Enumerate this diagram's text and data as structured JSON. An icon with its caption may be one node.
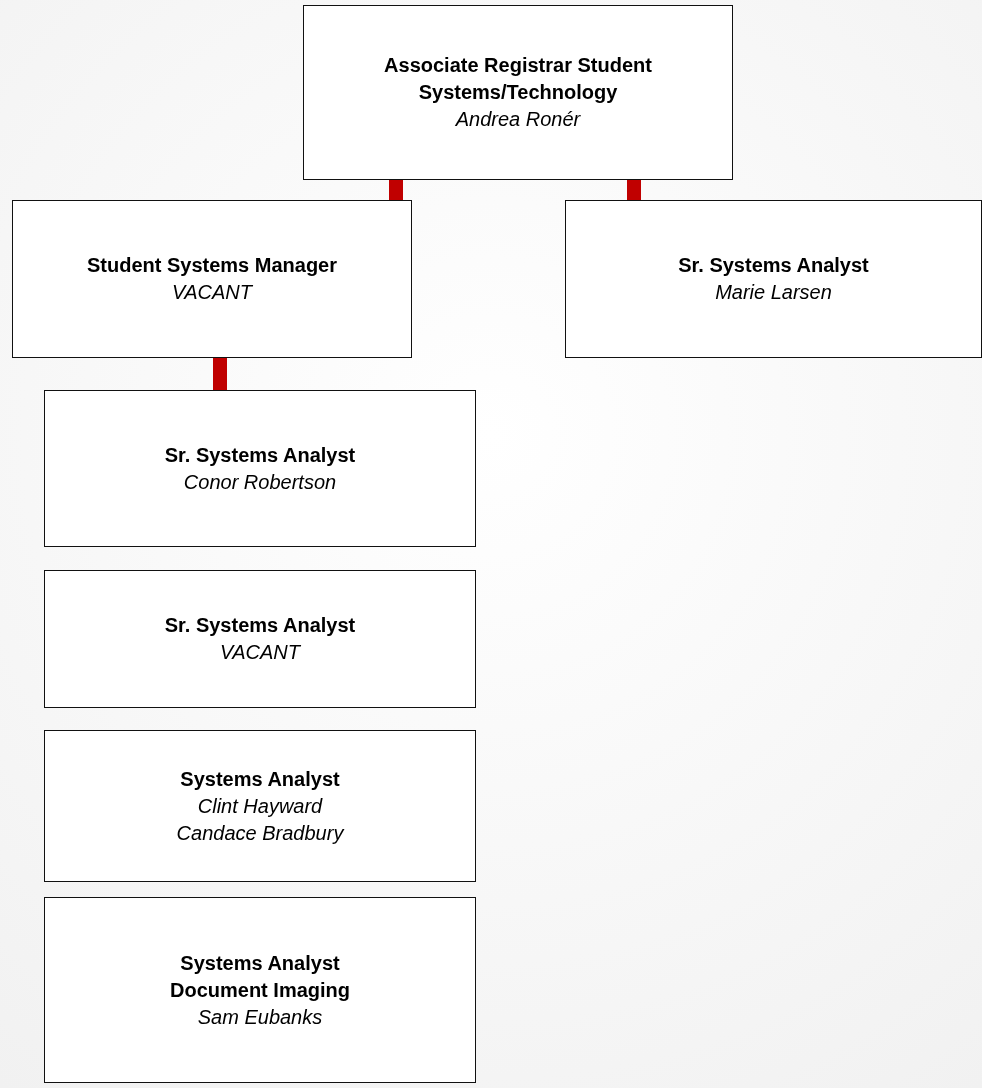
{
  "diagram": {
    "nodes": [
      {
        "text": [
          "Associate Registrar Student Systems/Technology",
          "Andrea Ronér"
        ]
      },
      {
        "text": [
          "Student Systems Manager",
          "VACANT"
        ]
      },
      {
        "text": [
          "Sr. Systems Analyst",
          "Marie Larsen"
        ]
      },
      {
        "text": [
          "Sr. Systems Analyst",
          "Conor Robertson"
        ]
      },
      {
        "text": [
          "Sr. Systems Analyst",
          "VACANT"
        ]
      },
      {
        "text": [
          "Systems Analyst",
          "Clint Hayward",
          "Candace Bradbury"
        ]
      },
      {
        "text": [
          "Systems Analyst Document Imaging",
          "Sam Eubanks"
        ]
      }
    ],
    "edges": [
      {
        "from": 0,
        "to": 1,
        "arrow": "none"
      },
      {
        "from": 0,
        "to": 2,
        "arrow": "none"
      },
      {
        "from": 1,
        "to": 3,
        "arrow": "none"
      }
    ]
  }
}
